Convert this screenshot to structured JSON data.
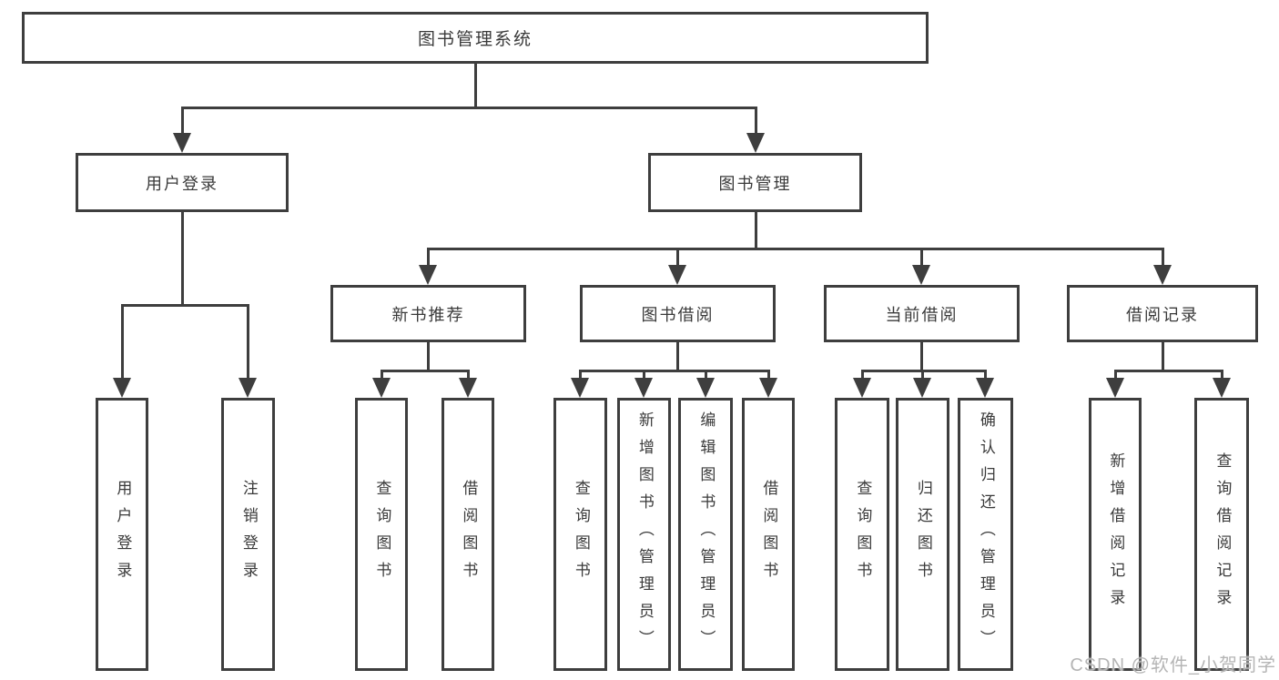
{
  "tree": {
    "label": "图书管理系统",
    "children": [
      {
        "label": "用户登录",
        "children": [
          {
            "label": "用户登录"
          },
          {
            "label": "注销登录"
          }
        ]
      },
      {
        "label": "图书管理",
        "children": [
          {
            "label": "新书推荐",
            "children": [
              {
                "label": "查询图书"
              },
              {
                "label": "借阅图书"
              }
            ]
          },
          {
            "label": "图书借阅",
            "children": [
              {
                "label": "查询图书"
              },
              {
                "label": "新增图书（管理员）"
              },
              {
                "label": "编辑图书（管理员）"
              },
              {
                "label": "借阅图书"
              }
            ]
          },
          {
            "label": "当前借阅",
            "children": [
              {
                "label": "查询图书"
              },
              {
                "label": "归还图书"
              },
              {
                "label": "确认归还（管理员）"
              }
            ]
          },
          {
            "label": "借阅记录",
            "children": [
              {
                "label": "新增借阅记录"
              },
              {
                "label": "查询借阅记录"
              }
            ]
          }
        ]
      }
    ]
  },
  "watermark": "CSDN @软件_小贺同学",
  "colors": {
    "line": "#3e3e3e",
    "text": "#3a3a3a",
    "box_background": "#ffffff",
    "page_background": "#ffffff",
    "watermark": "#b5b5b5"
  }
}
